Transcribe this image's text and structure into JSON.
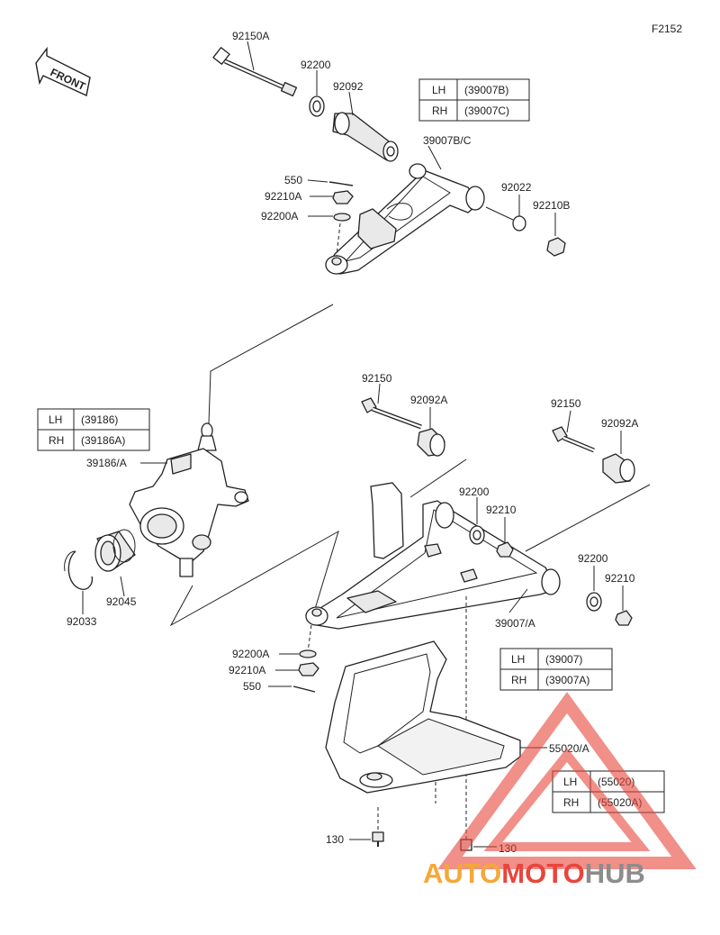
{
  "figure_code": "F2152",
  "front_label": "FRONT",
  "callouts": {
    "p92150A": "92150A",
    "p92200_top": "92200",
    "p92092": "92092",
    "p39007BC": "39007B/C",
    "p550_top": "550",
    "p92210A_top": "92210A",
    "p92200A_top": "92200A",
    "p92022": "92022",
    "p92210B": "92210B",
    "p92150_left": "92150",
    "p92092A_left": "92092A",
    "p92150_right": "92150",
    "p92092A_right": "92092A",
    "p92200_mid": "92200",
    "p92210_mid": "92210",
    "p92200_right": "92200",
    "p92210_right": "92210",
    "p39007A": "39007/A",
    "p39186A": "39186/A",
    "p92045": "92045",
    "p92033": "92033",
    "p92200A_bot": "92200A",
    "p92210A_bot": "92210A",
    "p550_bot": "550",
    "p55020A": "55020/A",
    "p130_left": "130",
    "p130_right": "130"
  },
  "tables": {
    "upper_arm": {
      "lh_label": "LH",
      "lh_value": "(39007B)",
      "rh_label": "RH",
      "rh_value": "(39007C)"
    },
    "knuckle": {
      "lh_label": "LH",
      "lh_value": "(39186)",
      "rh_label": "RH",
      "rh_value": "(39186A)"
    },
    "lower_arm": {
      "lh_label": "LH",
      "lh_value": "(39007)",
      "rh_label": "RH",
      "rh_value": "(39007A)"
    },
    "guard": {
      "lh_label": "LH",
      "lh_value": "(55020)",
      "rh_label": "RH",
      "rh_value": "(55020A)"
    }
  },
  "watermark": {
    "part1": "AUTO",
    "part2": "MOTO",
    "part3": "HUB",
    "colors": {
      "red": "#e8453c",
      "orange": "#f4a83a",
      "gray": "#8c8c8c"
    }
  }
}
